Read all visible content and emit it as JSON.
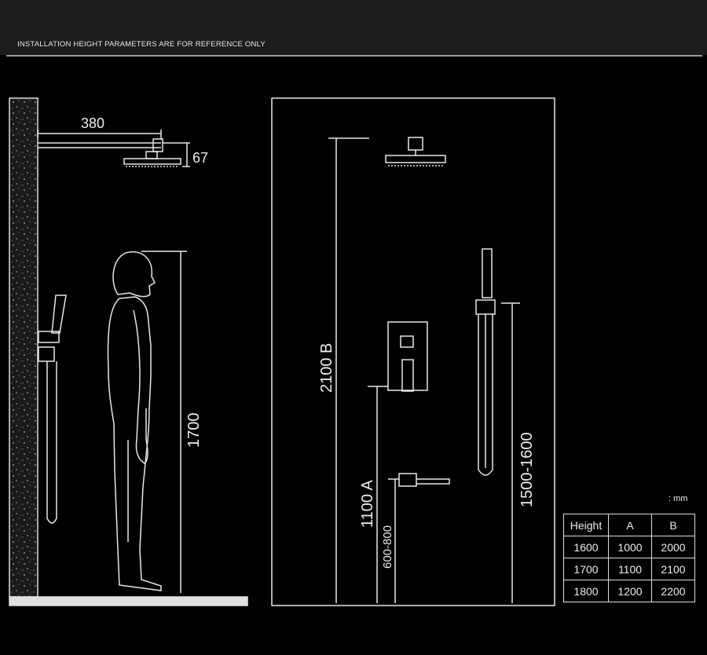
{
  "header": {
    "notice": "INSTALLATION HEIGHT PARAMETERS ARE FOR REFERENCE ONLY"
  },
  "side_view": {
    "arm_length": "380",
    "head_drop": "67",
    "person_height": "1700"
  },
  "front_view": {
    "overhead_height": "2100 B",
    "valve_height": "1100 A",
    "spout_height": "600-800",
    "handheld_height": "1500-1600"
  },
  "table": {
    "unit": ": mm",
    "headers": [
      "Height",
      "A",
      "B"
    ],
    "rows": [
      [
        "1600",
        "1000",
        "2000"
      ],
      [
        "1700",
        "1100",
        "2100"
      ],
      [
        "1800",
        "1200",
        "2200"
      ]
    ]
  },
  "colors": {
    "line": "#e8e8e8",
    "background": "#000000",
    "header_bg": "#1c1c1c"
  }
}
